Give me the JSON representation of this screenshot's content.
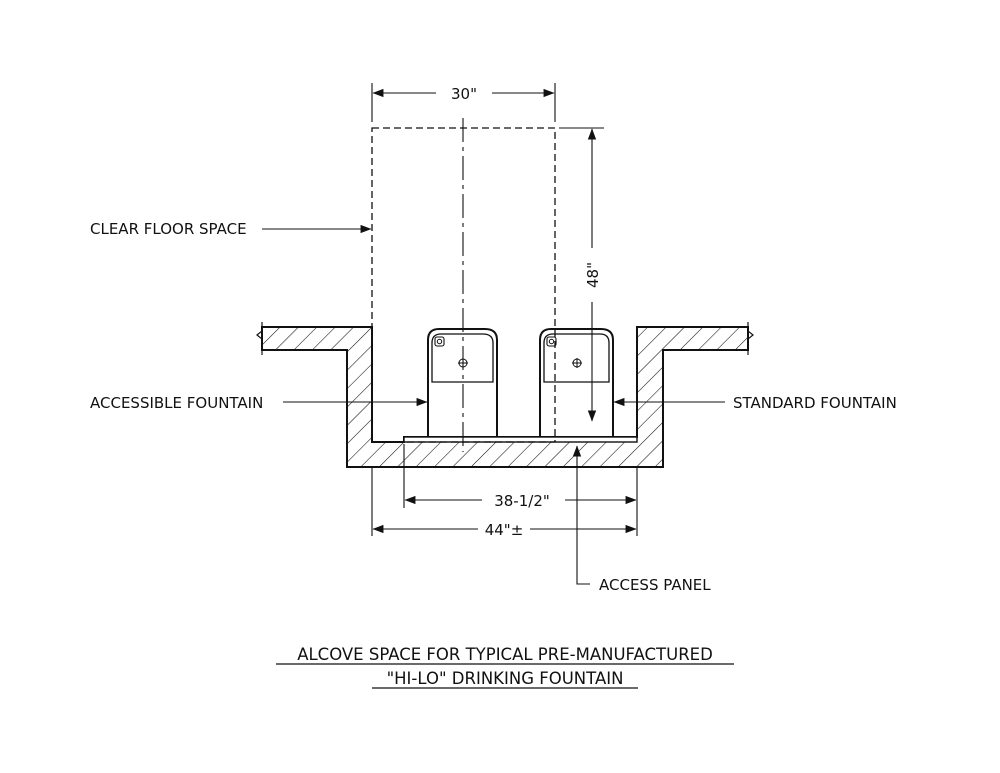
{
  "dimensions": {
    "width_30": "30\"",
    "depth_48": "48\"",
    "width_38_5": "38-1/2\"",
    "width_44": "44\"±"
  },
  "callouts": {
    "clear_floor_space": "CLEAR FLOOR SPACE",
    "accessible_fountain": "ACCESSIBLE FOUNTAIN",
    "standard_fountain": "STANDARD FOUNTAIN",
    "access_panel": "ACCESS PANEL"
  },
  "title": {
    "line1": "ALCOVE SPACE FOR TYPICAL PRE-MANUFACTURED",
    "line2": "\"HI-LO\" DRINKING FOUNTAIN"
  }
}
